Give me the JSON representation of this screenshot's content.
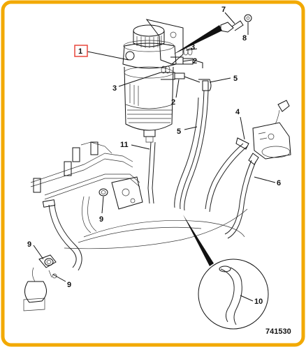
{
  "callouts": {
    "c1": "1",
    "c2a": "2",
    "c2b": "2",
    "c3a": "3",
    "c3b": "3",
    "c4": "4",
    "c5a": "5",
    "c5b": "5",
    "c6": "6",
    "c7": "7",
    "c8": "8",
    "c9a": "9",
    "c9b": "9",
    "c9c": "9",
    "c10": "10",
    "c11": "11"
  },
  "figure_number": "741530",
  "colors": {
    "border": "#f2a900",
    "highlight": "#e8463c",
    "line": "#111111",
    "background": "#ffffff"
  }
}
